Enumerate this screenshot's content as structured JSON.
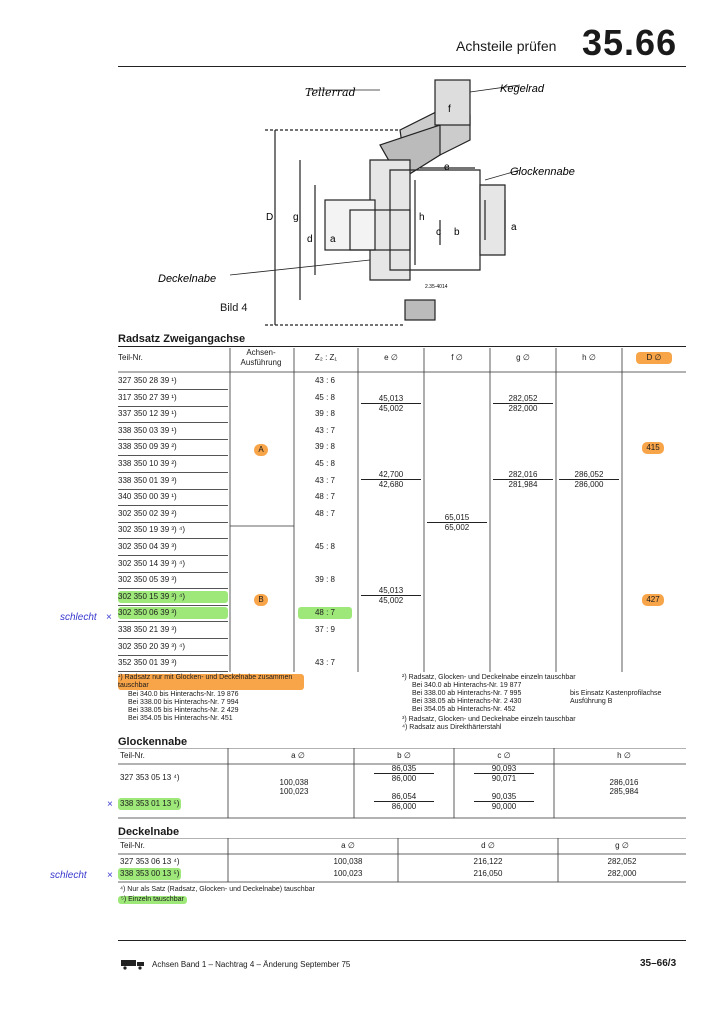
{
  "header": {
    "title": "Achsteile prüfen",
    "number": "35.66"
  },
  "figure": {
    "caption": "Bild 4",
    "labels": {
      "tellerrad": "Tellerrad",
      "kegelrad": "Kegelrad",
      "glockennabe": "Glockennabe",
      "deckelnabe": "Deckelnabe",
      "D": "D",
      "g": "g",
      "d": "d",
      "a": "a",
      "h": "h",
      "c": "c",
      "b": "b",
      "a2": "a",
      "e": "e",
      "f": "f",
      "drawing_no": "2.35-4014"
    }
  },
  "radsatz": {
    "title": "Radsatz  Zweigangachse",
    "columns": [
      "Teil-Nr.",
      "Achsen-\nAusführung",
      "Z₂ : Z₁",
      "e ∅",
      "f ∅",
      "g ∅",
      "h ∅",
      "D ∅"
    ],
    "rows": [
      {
        "teil": "327 350 28 39 ¹)",
        "z": "43 : 6"
      },
      {
        "teil": "317 350 27 39 ¹)",
        "z": "45 : 8"
      },
      {
        "teil": "337 350 12 39 ¹)",
        "z": "39 : 8"
      },
      {
        "teil": "338 350 03 39 ¹)",
        "z": "43 : 7"
      },
      {
        "teil": "338 350 09 39 ²)",
        "z": "39 : 8"
      },
      {
        "teil": "338 350 10 39 ²)",
        "z": "45 : 8"
      },
      {
        "teil": "338 350 01 39 ³)",
        "z": "43 : 7"
      },
      {
        "teil": "340 350 00 39 ¹)",
        "z": "48 : 7"
      },
      {
        "teil": "302 350 02 39 ²)",
        "z": "48 : 7"
      },
      {
        "teil": "302 350 19 39 ³) ⁴)",
        "z": ""
      },
      {
        "teil": "302 350 04 39 ³)",
        "z": "45 : 8"
      },
      {
        "teil": "302 350 14 39 ³) ⁴)",
        "z": ""
      },
      {
        "teil": "302 350 05 39 ³)",
        "z": "39 : 8"
      },
      {
        "teil": "302 350 15 39 ³) ⁴)",
        "z": ""
      },
      {
        "teil": "302 350 06 39 ³)",
        "z": "48 : 7"
      },
      {
        "teil": "338 350 21 39 ³)",
        "z": "37 : 9"
      },
      {
        "teil": "302 350 20 39 ³) ⁴)",
        "z": ""
      },
      {
        "teil": "352 350 01 39 ³)",
        "z": "43 : 7"
      }
    ],
    "ausf_A": "A",
    "ausf_B": "B",
    "e1": [
      "45,013",
      "45,002"
    ],
    "e2": [
      "42,700",
      "42,680"
    ],
    "e3": [
      "45,013",
      "45,002"
    ],
    "f": [
      "65,015",
      "65,002"
    ],
    "g1": [
      "282,052",
      "282,000"
    ],
    "g2": [
      "282,016",
      "281,984"
    ],
    "h": [
      "286,052",
      "286,000"
    ],
    "D1": "415",
    "D2": "427"
  },
  "notes": {
    "n1": "¹) Radsatz nur mit Glocken- und Deckelnabe zusammen tauschbar",
    "n1a": "Bei 340.0  bis Hinterachs-Nr. 19 876",
    "n1b": "Bei 338.00 bis Hinterachs-Nr.  7 994",
    "n1c": "Bei 338.05 bis Hinterachs-Nr.  2 429",
    "n1d": "Bei 354.05 bis Hinterachs-Nr.    451",
    "n2": "²) Radsatz, Glocken- und Deckelnabe einzeln tauschbar",
    "n2a": "Bei 340.0  ab Hinterachs-Nr. 19 877",
    "n2b": "Bei 338.00 ab Hinterachs-Nr.  7 995",
    "n2c": "Bei 338.05 ab Hinterachs-Nr.  2 430",
    "n2d": "Bei 354.05 ab Hinterachs-Nr.    452",
    "n2e": "bis Einsatz Kastenprofilachse",
    "n2f": "Ausführung B",
    "n3": "³) Radsatz, Glocken- und Deckelnabe einzeln tauschbar",
    "n4": "⁴) Radsatz aus Direkthärterstahl"
  },
  "glocken": {
    "title": "Glockennabe",
    "cols": [
      "Teil-Nr.",
      "a ∅",
      "b ∅",
      "c ∅",
      "h ∅"
    ],
    "r1": "327 353 05 13 ⁴)",
    "r2": "338 353 01 13 ⁵)",
    "a": [
      "100,038",
      "100,023"
    ],
    "b1": [
      "86,035",
      "86,000"
    ],
    "b2": [
      "86,054",
      "86,000"
    ],
    "c1": [
      "90,093",
      "90,071"
    ],
    "c2": [
      "90,035",
      "90,000"
    ],
    "h": [
      "286,016",
      "285,984"
    ]
  },
  "deckel": {
    "title": "Deckelnabe",
    "cols": [
      "Teil-Nr.",
      "a ∅",
      "d ∅",
      "g ∅"
    ],
    "r1": "327 353 06 13 ⁴)",
    "r2": "338 353 00 13 ⁵)",
    "a": [
      "100,038",
      "100,023"
    ],
    "d": [
      "216,122",
      "216,050"
    ],
    "g": [
      "282,052",
      "282,000"
    ],
    "n4": "⁴) Nur als Satz (Radsatz, Glocken- und Deckelnabe) tauschbar",
    "n5": "⁵) Einzeln tauschbar"
  },
  "handwritten": {
    "schlecht1": "schlecht",
    "schlecht2": "schlecht",
    "x": "×"
  },
  "footer": {
    "text": "Achsen Band 1 – Nachtrag 4 – Änderung September 75",
    "page": "35–66/3"
  }
}
